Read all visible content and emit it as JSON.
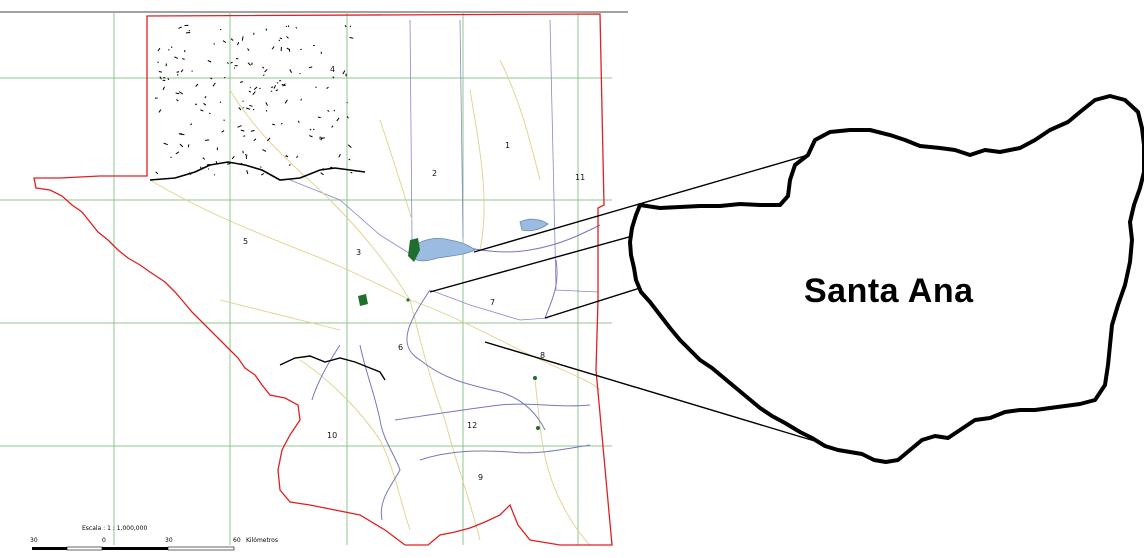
{
  "colors": {
    "boundary": "#e02020",
    "grid": "#8fc48f",
    "river": "#7777bb",
    "road": "#ded28a",
    "lake": "#9bbbe0",
    "forest": "#1f6e2e",
    "ink": "#000000"
  },
  "regions": [
    {
      "id": "1",
      "label": "1"
    },
    {
      "id": "2",
      "label": "2"
    },
    {
      "id": "3",
      "label": "3"
    },
    {
      "id": "4",
      "label": "4"
    },
    {
      "id": "5",
      "label": "5"
    },
    {
      "id": "6",
      "label": "6"
    },
    {
      "id": "7",
      "label": "7"
    },
    {
      "id": "8",
      "label": "8"
    },
    {
      "id": "9",
      "label": "9"
    },
    {
      "id": "10",
      "label": "10"
    },
    {
      "id": "11",
      "label": "11"
    },
    {
      "id": "12",
      "label": "12"
    }
  ],
  "scale": {
    "title": "Escala : 1 : 1,000,000",
    "ticks": [
      "30",
      "0",
      "30",
      "60"
    ],
    "unit": "Kilómetros"
  },
  "inset": {
    "label": "Santa Ana"
  }
}
